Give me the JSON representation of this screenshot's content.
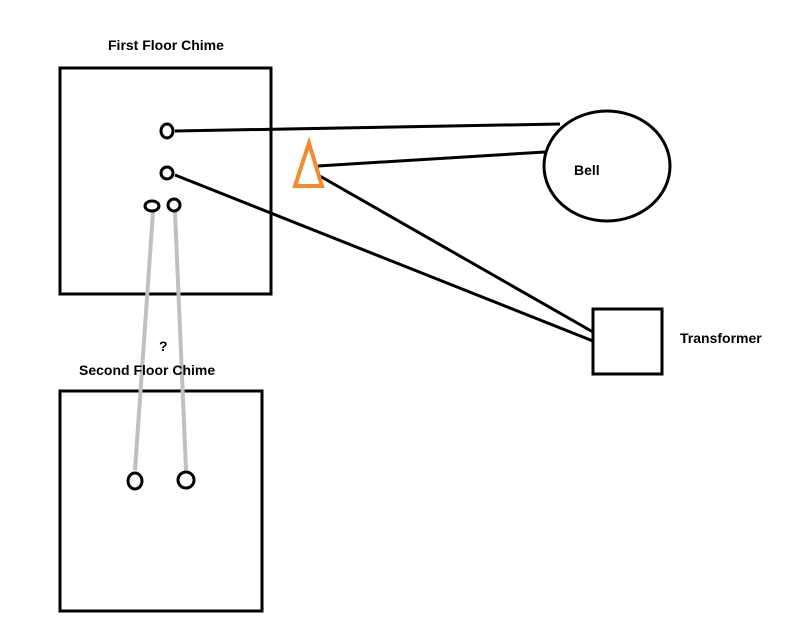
{
  "labels": {
    "first_floor_chime": "First Floor Chime",
    "second_floor_chime": "Second Floor Chime",
    "bell": "Bell",
    "transformer": "Transformer",
    "unknown_connection": "?"
  },
  "colors": {
    "wire": "#000000",
    "unknown_wire": "#c0c0c0",
    "accent": "#f28a30",
    "background": "#ffffff"
  },
  "icons": {
    "button": "triangle-button-icon"
  }
}
